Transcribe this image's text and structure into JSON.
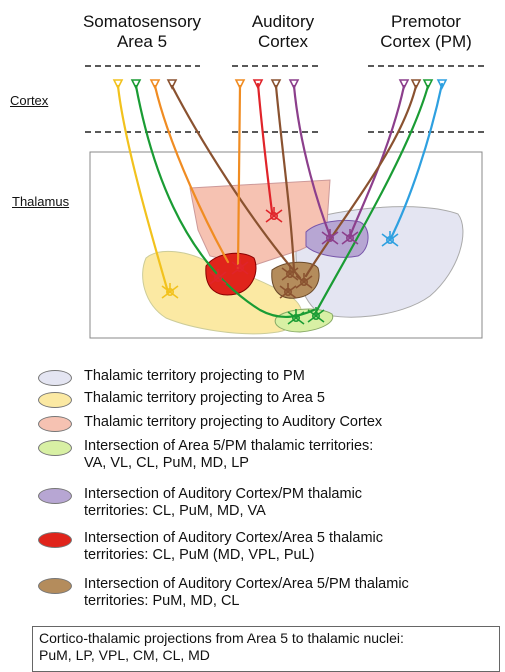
{
  "headers": {
    "area5": [
      "Somatosensory",
      "Area 5"
    ],
    "auditory": [
      "Auditory",
      "Cortex"
    ],
    "premotor": [
      "Premotor",
      "Cortex (PM)"
    ]
  },
  "side_labels": {
    "cortex": "Cortex",
    "thalamus": "Thalamus"
  },
  "colors": {
    "pm_territory": "#e4e5f2",
    "area5_territory": "#fbe9a3",
    "auditory_territory": "#f6c2b2",
    "area5_pm": "#d8f0a4",
    "auditory_pm": "#b7a6d3",
    "auditory_area5": "#e0241b",
    "auditory_area5_pm": "#b48c5c",
    "proj_yellow": "#f2c21d",
    "proj_green": "#1a9c34",
    "proj_orange": "#f08c22",
    "proj_brown": "#8a5230",
    "proj_red": "#e0242a",
    "proj_purple": "#8c3f8c",
    "proj_blue": "#2ea0e0"
  },
  "legend": [
    {
      "color_key": "pm_territory",
      "lines": [
        "Thalamic territory projecting to PM"
      ]
    },
    {
      "color_key": "area5_territory",
      "lines": [
        "Thalamic territory projecting to Area 5"
      ]
    },
    {
      "color_key": "auditory_territory",
      "lines": [
        "Thalamic territory projecting to Auditory Cortex"
      ]
    },
    {
      "color_key": "area5_pm",
      "lines": [
        "Intersection of Area 5/PM thalamic territories:",
        "VA, VL, CL, PuM, MD, LP"
      ]
    },
    {
      "color_key": "auditory_pm",
      "lines": [
        "Intersection of Auditory Cortex/PM thalamic",
        "territories: CL, PuM, MD, VA"
      ]
    },
    {
      "color_key": "auditory_area5",
      "lines": [
        "Intersection of Auditory Cortex/Area 5 thalamic",
        "territories: CL, PuM (MD, VPL, PuL)"
      ]
    },
    {
      "color_key": "auditory_area5_pm",
      "lines": [
        "Intersection of Auditory Cortex/Area 5/PM thalamic",
        "territories: PuM, MD, CL"
      ]
    }
  ],
  "caption": [
    "Cortico-thalamic projections from Area 5 to thalamic nuclei:",
    "PuM, LP, VPL, CM, CL, MD"
  ]
}
